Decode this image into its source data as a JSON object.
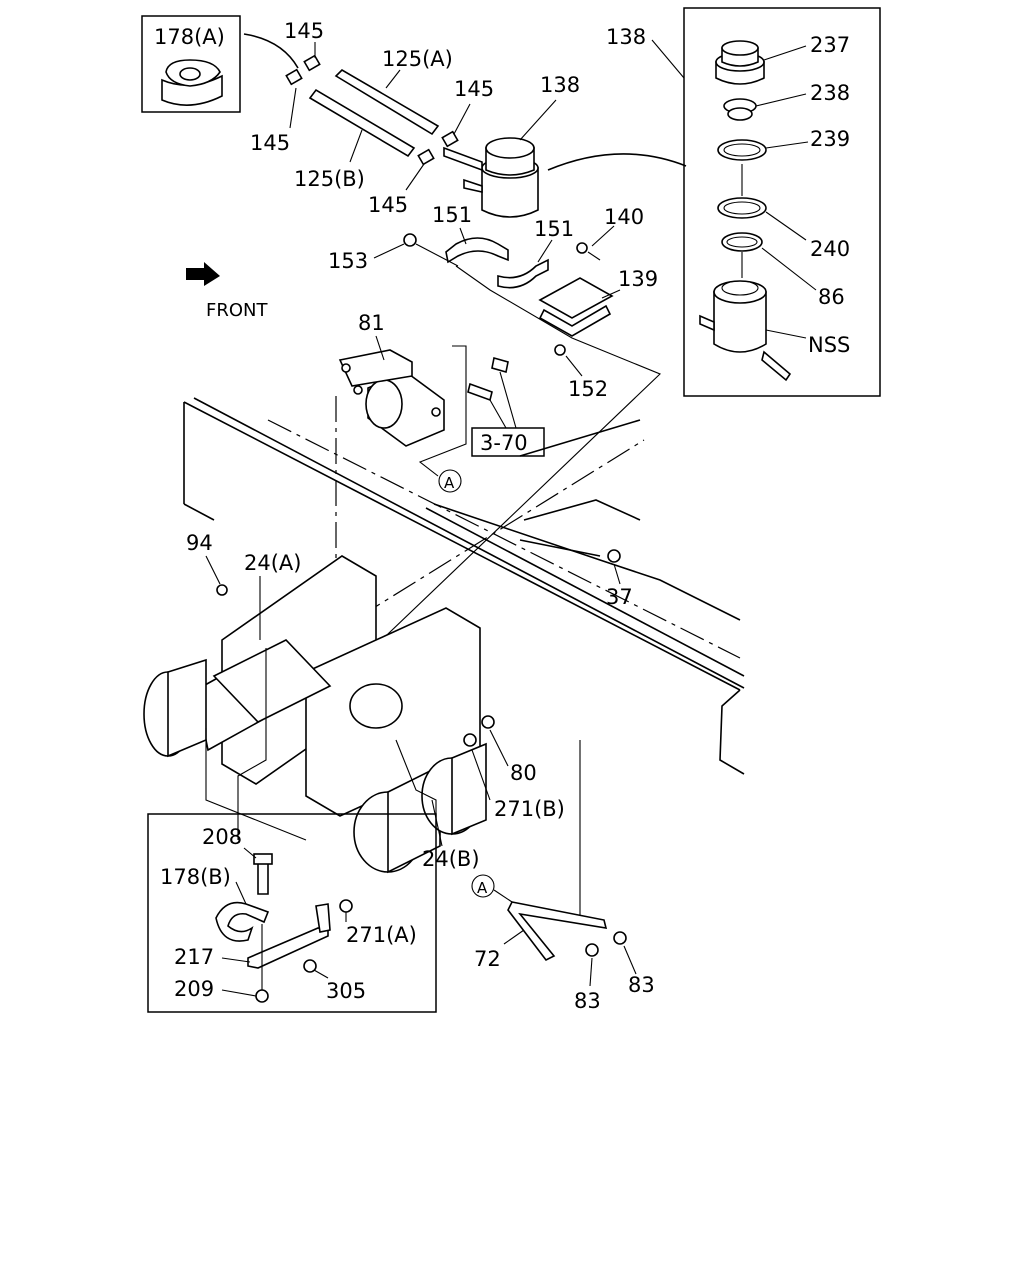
{
  "callouts": {
    "c178a": "178(A)",
    "c145a": "145",
    "c145b": "145",
    "c145c": "145",
    "c145d": "145",
    "c125a": "125(A)",
    "c125b": "125(B)",
    "c138a": "138",
    "c138b": "138",
    "c151a": "151",
    "c151b": "151",
    "c140": "140",
    "c139": "139",
    "c153": "153",
    "c152": "152",
    "c81": "81",
    "c370": "3-70",
    "c237": "237",
    "c238": "238",
    "c239": "239",
    "c240": "240",
    "c86": "86",
    "cnss": "NSS",
    "cfront": "FRONT",
    "c94": "94",
    "c24a": "24(A)",
    "c37": "37",
    "c80": "80",
    "c271b": "271(B)",
    "c24b": "24(B)",
    "c208": "208",
    "c178b": "178(B)",
    "c271a": "271(A)",
    "c217": "217",
    "c305": "305",
    "c209": "209",
    "c72": "72",
    "c83a": "83",
    "c83b": "83",
    "refA1": "A",
    "refA2": "A"
  }
}
